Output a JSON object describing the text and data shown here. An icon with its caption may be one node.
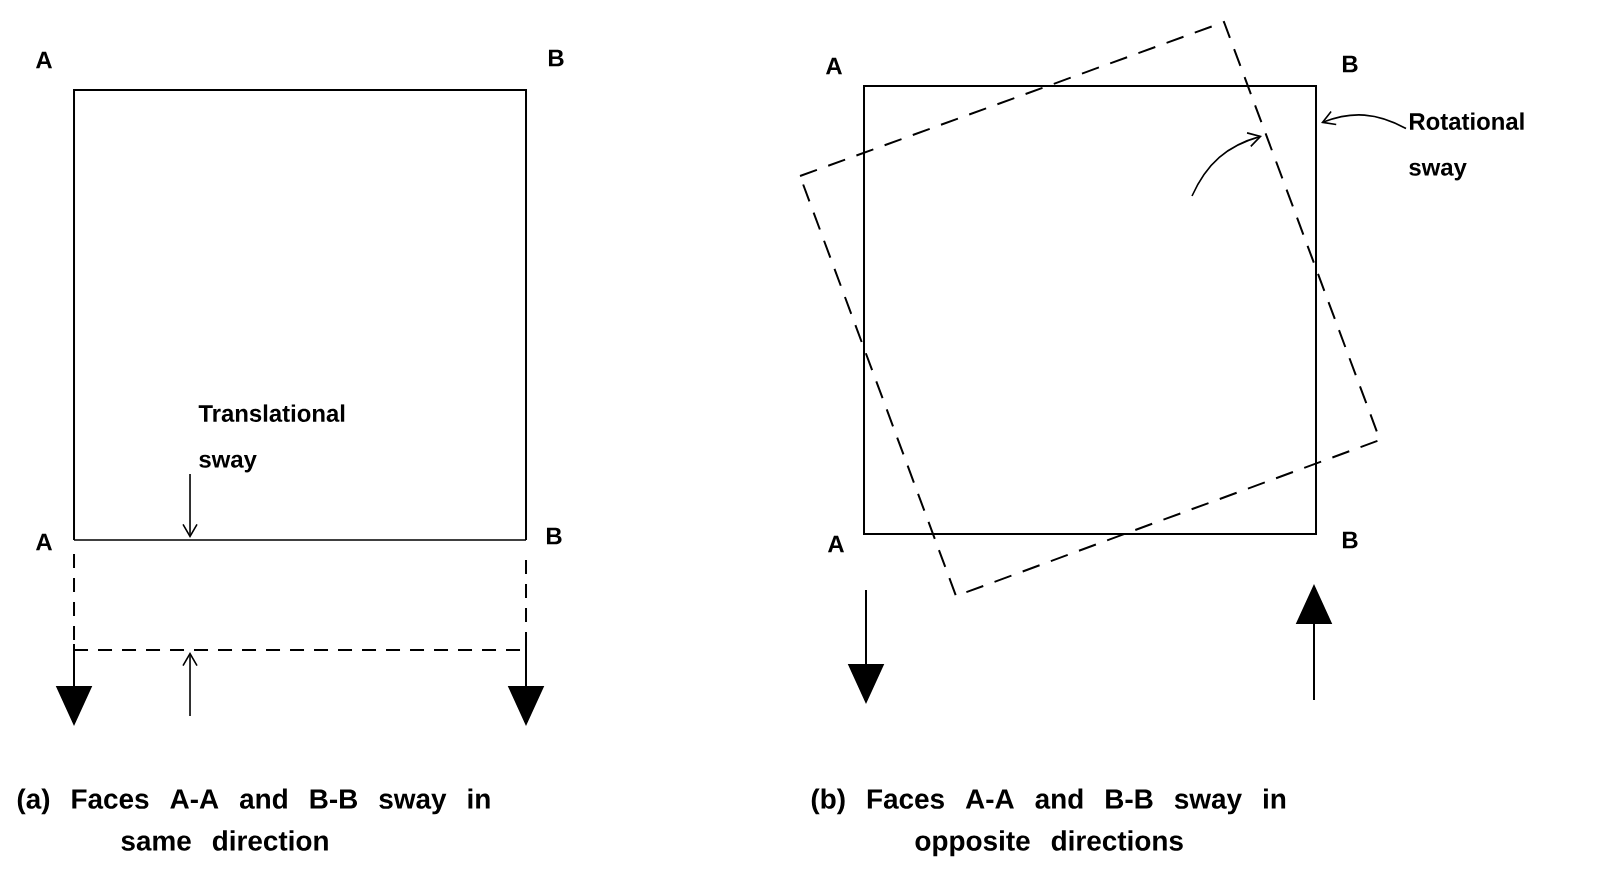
{
  "diagram": {
    "nodes": [
      {
        "text": [
          "Rotational sway"
        ]
      },
      {
        "text": [],
        "shape": "box"
      }
    ],
    "edges": [
      {
        "from": 0,
        "to": 1,
        "arrow": "to"
      }
    ],
    "labels": [
      "A",
      "B",
      "A",
      "B",
      "Translational sway",
      "A",
      "B",
      "A",
      "B",
      "(a) Faces A-A and B-B sway in same direction",
      "(b) Faces A-A and B-B sway in opposite directions"
    ]
  }
}
